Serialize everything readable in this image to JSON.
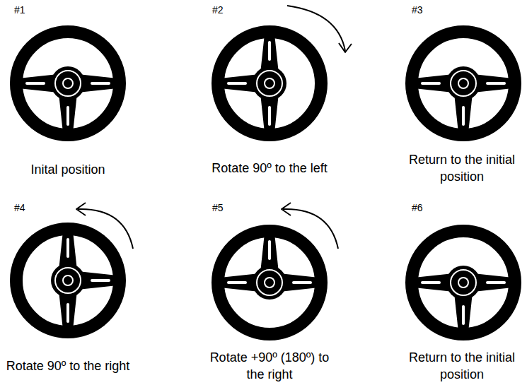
{
  "diagram": {
    "labels": [
      "#1",
      "Inital position",
      "#2",
      "Rotate 90º to the left",
      "#3",
      "Return to the initial position",
      "#4",
      "Rotate 90º to the right",
      "#5",
      "Rotate +90º (180º) to the right",
      "#6",
      "Return to the initial position"
    ]
  }
}
